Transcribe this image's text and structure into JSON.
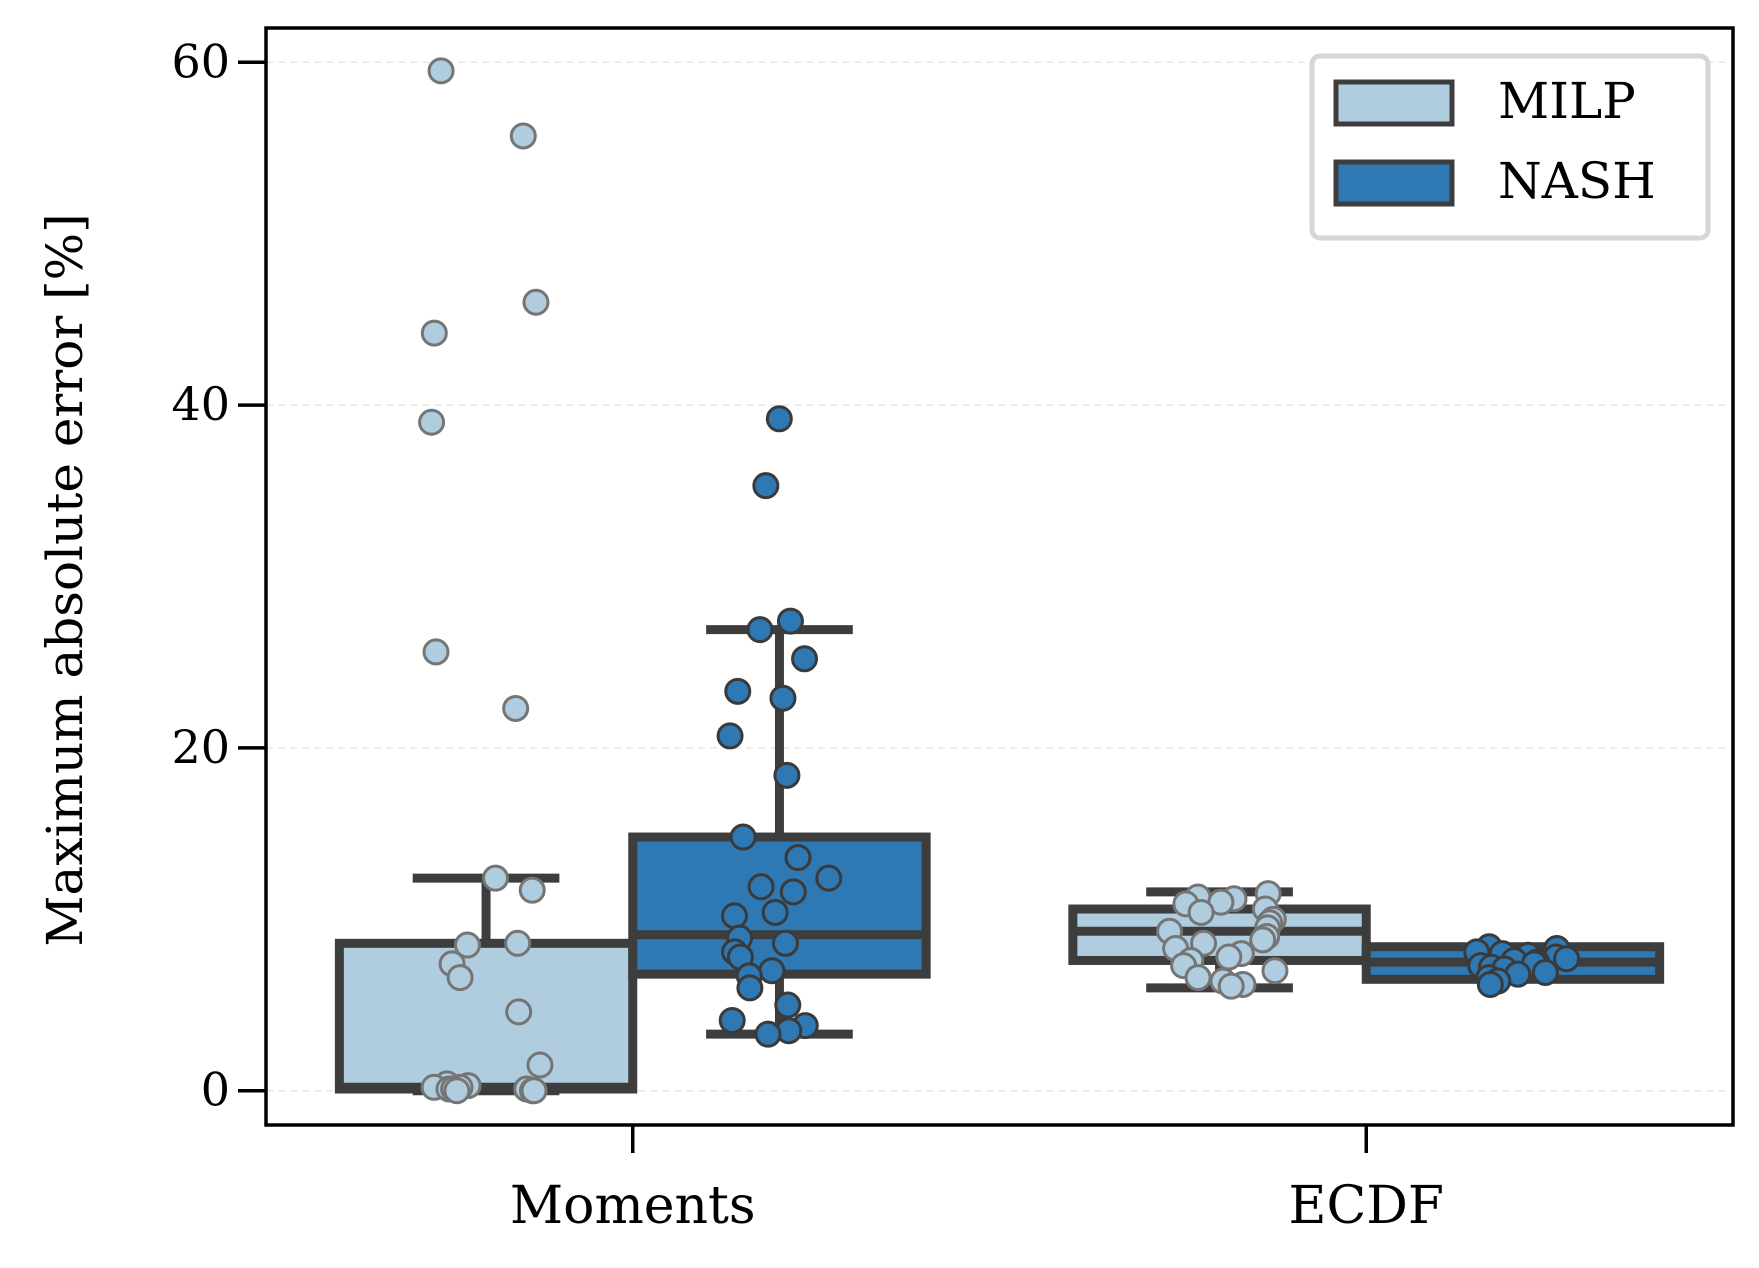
{
  "chart_data": {
    "type": "box",
    "title": "",
    "xlabel": "",
    "ylabel": "Maximum absolute error [%]",
    "ylim": [
      -2,
      62
    ],
    "yticks": [
      0,
      20,
      40,
      60
    ],
    "grid": "horizontal-dashed",
    "legend_position": "top-right",
    "categories": [
      "Moments",
      "ECDF"
    ],
    "series": [
      {
        "name": "MILP",
        "color": "#b0cde0",
        "edge_color": "#757575",
        "boxes": [
          {
            "q1": 0.1,
            "median": 0.2,
            "q3": 8.6,
            "whisker_low": 0.0,
            "whisker_high": 12.4
          },
          {
            "q1": 7.6,
            "median": 9.3,
            "q3": 10.6,
            "whisker_low": 6.0,
            "whisker_high": 11.6
          }
        ],
        "points": [
          [
            59.5,
            55.7,
            46.0,
            44.2,
            39.0,
            25.6,
            22.3,
            12.4,
            11.7,
            8.6,
            8.5,
            7.4,
            6.6,
            4.6,
            1.5,
            0.4,
            0.3,
            0.2,
            0.2,
            0.1,
            0.1,
            0.1,
            0.0,
            0.0,
            0.0
          ],
          [
            11.5,
            11.3,
            11.2,
            11.0,
            10.9,
            10.6,
            10.4,
            10.0,
            9.8,
            9.5,
            9.3,
            9.0,
            8.8,
            8.6,
            8.3,
            8.0,
            7.8,
            7.6,
            7.3,
            7.0,
            6.6,
            6.4,
            6.2,
            6.1
          ]
        ]
      },
      {
        "name": "NASH",
        "color": "#2e78b4",
        "edge_color": "#3a3a3a",
        "boxes": [
          {
            "q1": 6.8,
            "median": 9.1,
            "q3": 14.8,
            "whisker_low": 3.3,
            "whisker_high": 26.9
          },
          {
            "q1": 6.5,
            "median": 7.5,
            "q3": 8.4,
            "whisker_low": 7.1,
            "whisker_high": 7.9
          }
        ],
        "points": [
          [
            39.2,
            35.3,
            27.4,
            26.9,
            25.2,
            23.3,
            22.9,
            20.7,
            18.4,
            14.8,
            13.6,
            12.4,
            11.9,
            11.6,
            10.4,
            10.2,
            8.9,
            8.6,
            8.1,
            7.8,
            7.0,
            6.7,
            6.0,
            5.0,
            4.1,
            3.8,
            3.5,
            3.3
          ],
          [
            8.4,
            8.3,
            8.1,
            8.0,
            7.9,
            7.8,
            7.7,
            7.6,
            7.5,
            7.4,
            7.3,
            7.2,
            7.1,
            6.9,
            6.8,
            6.6,
            6.4,
            6.2
          ]
        ]
      }
    ]
  }
}
